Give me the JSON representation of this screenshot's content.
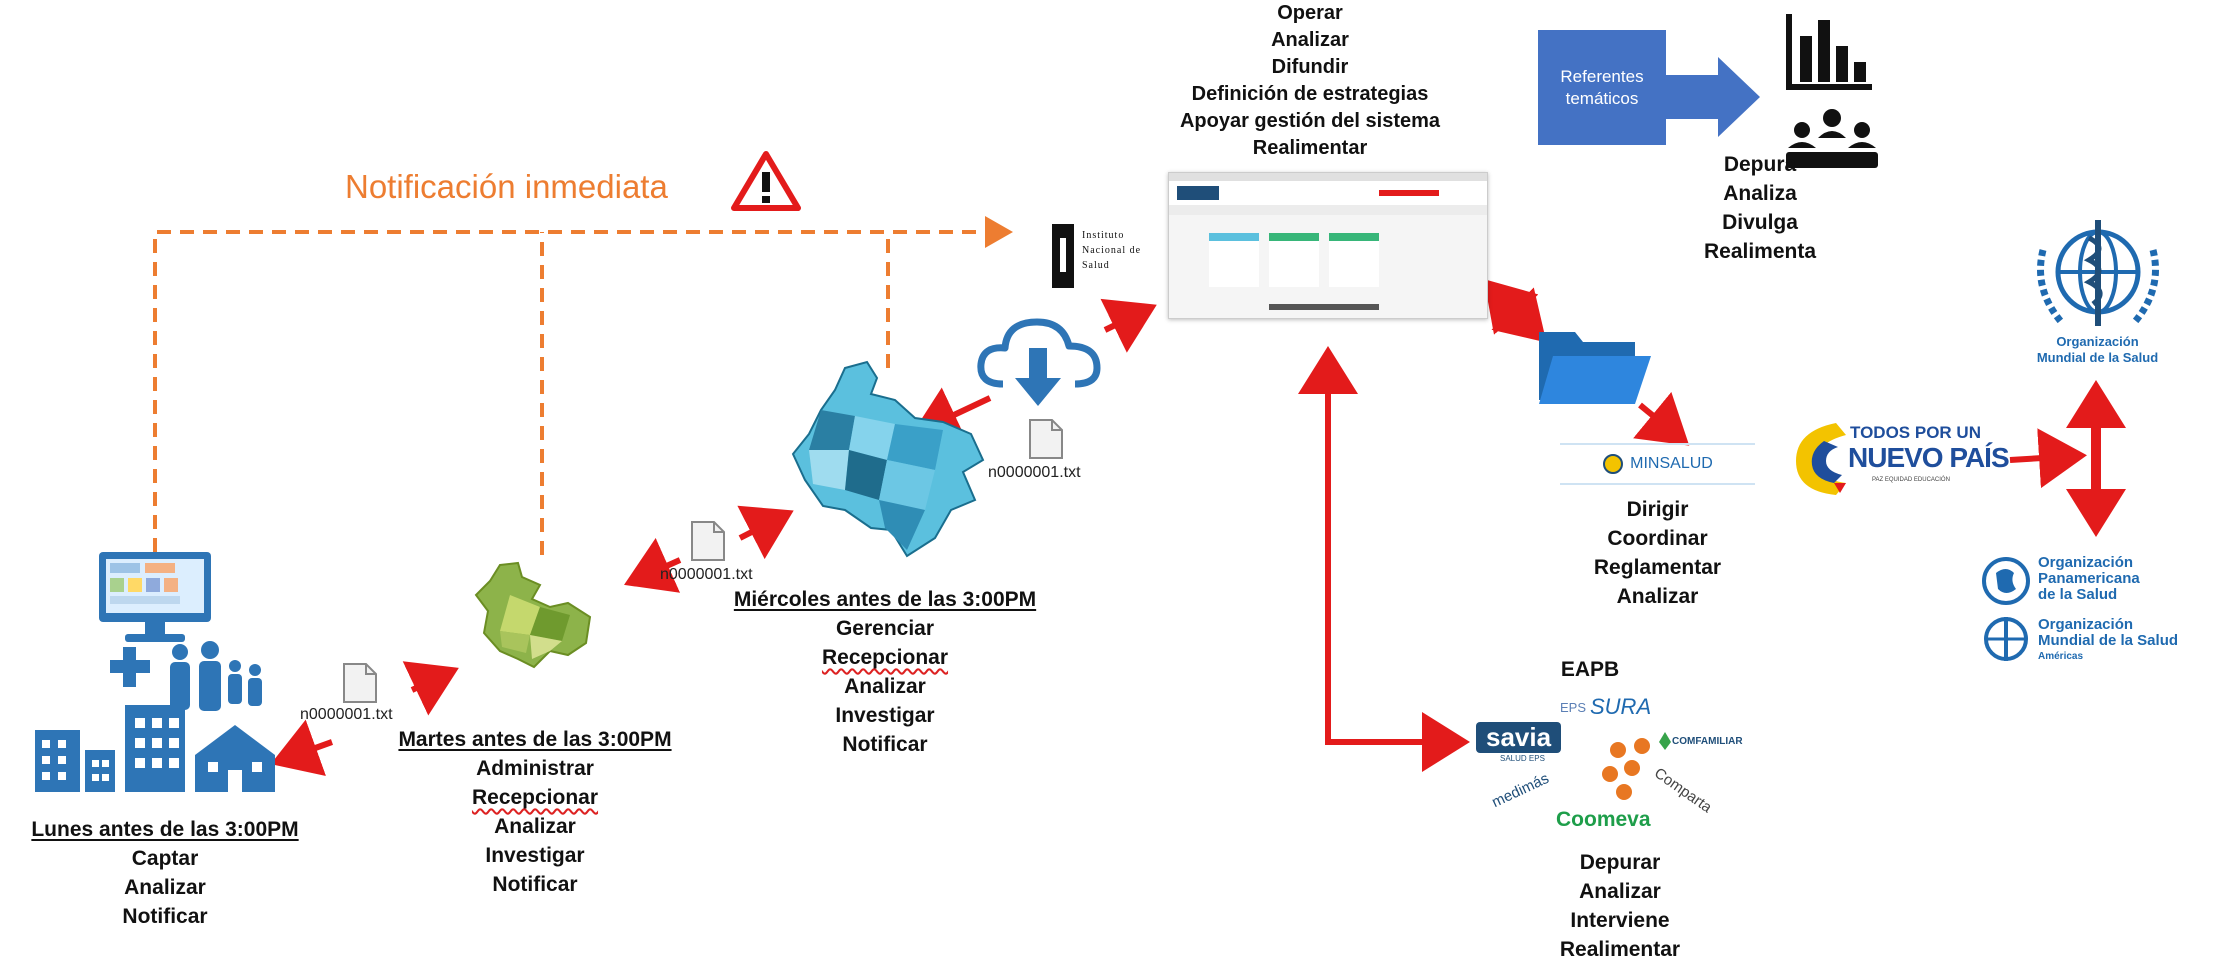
{
  "notification": {
    "label": "Notificación inmediata"
  },
  "monday": {
    "deadline": "Lunes antes de las 3:00PM",
    "actions": [
      "Captar",
      "Analizar",
      "Notificar"
    ]
  },
  "tuesday": {
    "deadline": "Martes antes de las 3:00PM",
    "actions": [
      "Administrar",
      "Recepcionar",
      "Analizar",
      "Investigar",
      "Notificar"
    ]
  },
  "wednesday": {
    "deadline": "Miércoles antes de las 3:00PM",
    "actions": [
      "Gerenciar",
      "Recepcionar",
      "Analizar",
      "Investigar",
      "Notificar"
    ]
  },
  "files": {
    "f1": "n0000001.txt",
    "f2": "n0000001.txt",
    "f3": "n0000001.txt"
  },
  "ins": {
    "logo_text": [
      "Instituto",
      "Nacional de",
      "Salud"
    ],
    "actions": [
      "Operar",
      "Analizar",
      "Difundir",
      "Definición de estrategias",
      "Apoyar gestión del sistema",
      "Realimentar"
    ]
  },
  "referentes": {
    "label": "Referentes temáticos",
    "actions": [
      "Depura",
      "Analiza",
      "Divulga",
      "Realimenta"
    ]
  },
  "minsalud": {
    "logo_text": "MINSALUD",
    "actions": [
      "Dirigir",
      "Coordinar",
      "Reglamentar",
      "Analizar"
    ]
  },
  "eapb": {
    "title": "EAPB",
    "logos": {
      "eps": "EPS",
      "sura": "SURA",
      "savia": "savia",
      "savia_sub": "SALUD EPS",
      "comfamiliar": "COMFAMILIAR",
      "medimas": "medimás",
      "comparta": "Comparta",
      "coomeva": "Coomeva"
    },
    "actions": [
      "Depurar",
      "Analizar",
      "Interviene",
      "Realimentar"
    ]
  },
  "gobierno": {
    "line1": "TODOS POR UN",
    "line2": "NUEVO PAÍS",
    "line3": "PAZ   EQUIDAD   EDUCACIÓN"
  },
  "oms": {
    "line1": "Organización",
    "line2": "Mundial de la Salud"
  },
  "ops": {
    "a1": "Organización",
    "a2": "Panamericana",
    "a3": "de la Salud",
    "b1": "Organización",
    "b2": "Mundial de la Salud",
    "b3": "Américas"
  },
  "colors": {
    "red": "#e31b1b",
    "orange": "#ed7d31",
    "blue": "#2e75b6",
    "box": "#4472c4",
    "dark_blue": "#1f4e79"
  }
}
